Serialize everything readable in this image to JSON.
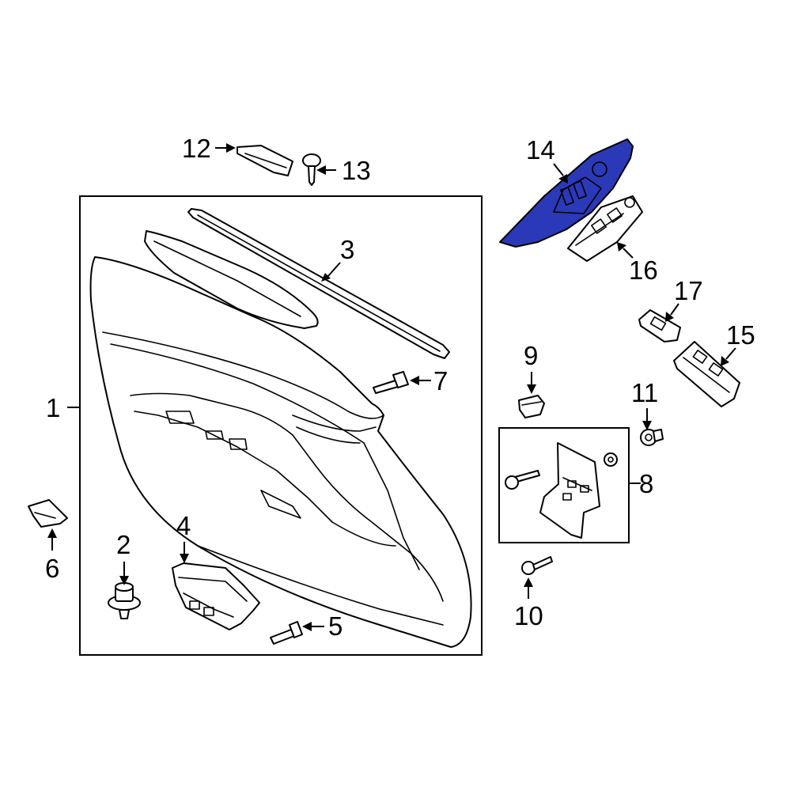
{
  "colors": {
    "line": "#000000",
    "background": "#ffffff",
    "highlight": "#2a39b8"
  },
  "callouts": {
    "c1": "1",
    "c2": "2",
    "c3": "3",
    "c4": "4",
    "c5": "5",
    "c6": "6",
    "c7": "7",
    "c8": "8",
    "c9": "9",
    "c10": "10",
    "c11": "11",
    "c12": "12",
    "c13": "13",
    "c14": "14",
    "c15": "15",
    "c16": "16",
    "c17": "17"
  },
  "highlighted_part": "14"
}
